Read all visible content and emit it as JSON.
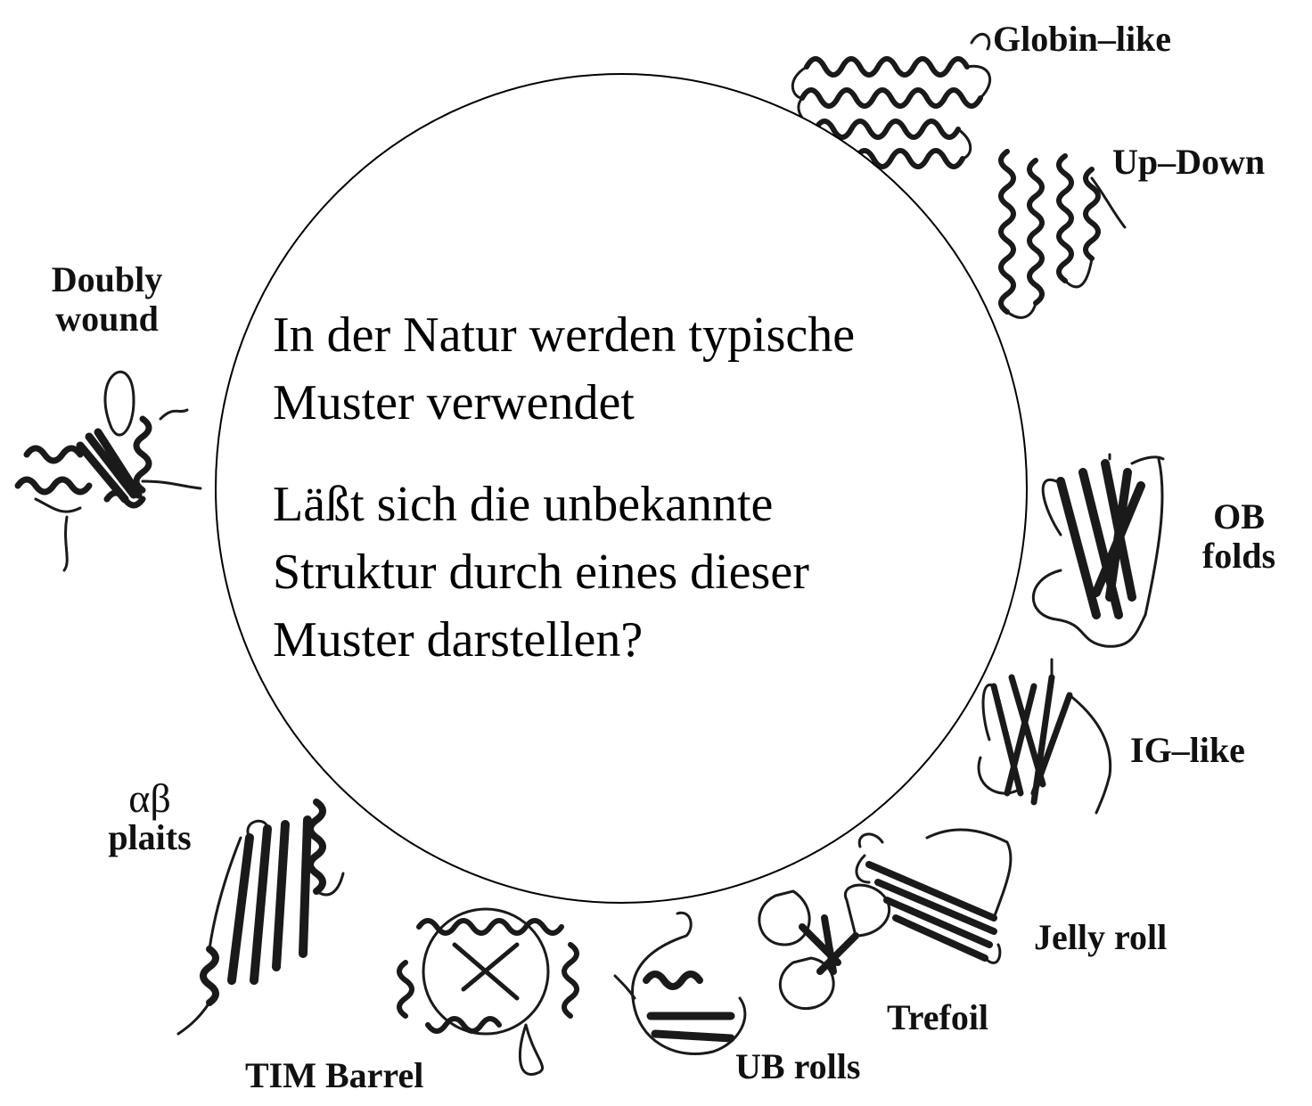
{
  "center": {
    "line1": "In der Natur werden typische",
    "line2": "Muster verwendet",
    "line3": "Läßt sich die unbekannte",
    "line4": "Struktur durch eines dieser",
    "line5": "Muster darstellen?"
  },
  "folds": {
    "globin": "Globin–like",
    "updown": "Up–Down",
    "doubly_1": "Doubly",
    "doubly_2": "wound",
    "ob_1": "OB",
    "ob_2": "folds",
    "ig": "IG–like",
    "ab_1": "αβ",
    "ab_2": "plaits",
    "jelly": "Jelly roll",
    "trefoil": "Trefoil",
    "ub": "UB rolls",
    "tim": "TIM Barrel"
  },
  "colors": {
    "ink": "#111111",
    "background": "#ffffff",
    "circle_stroke": "#000000"
  }
}
